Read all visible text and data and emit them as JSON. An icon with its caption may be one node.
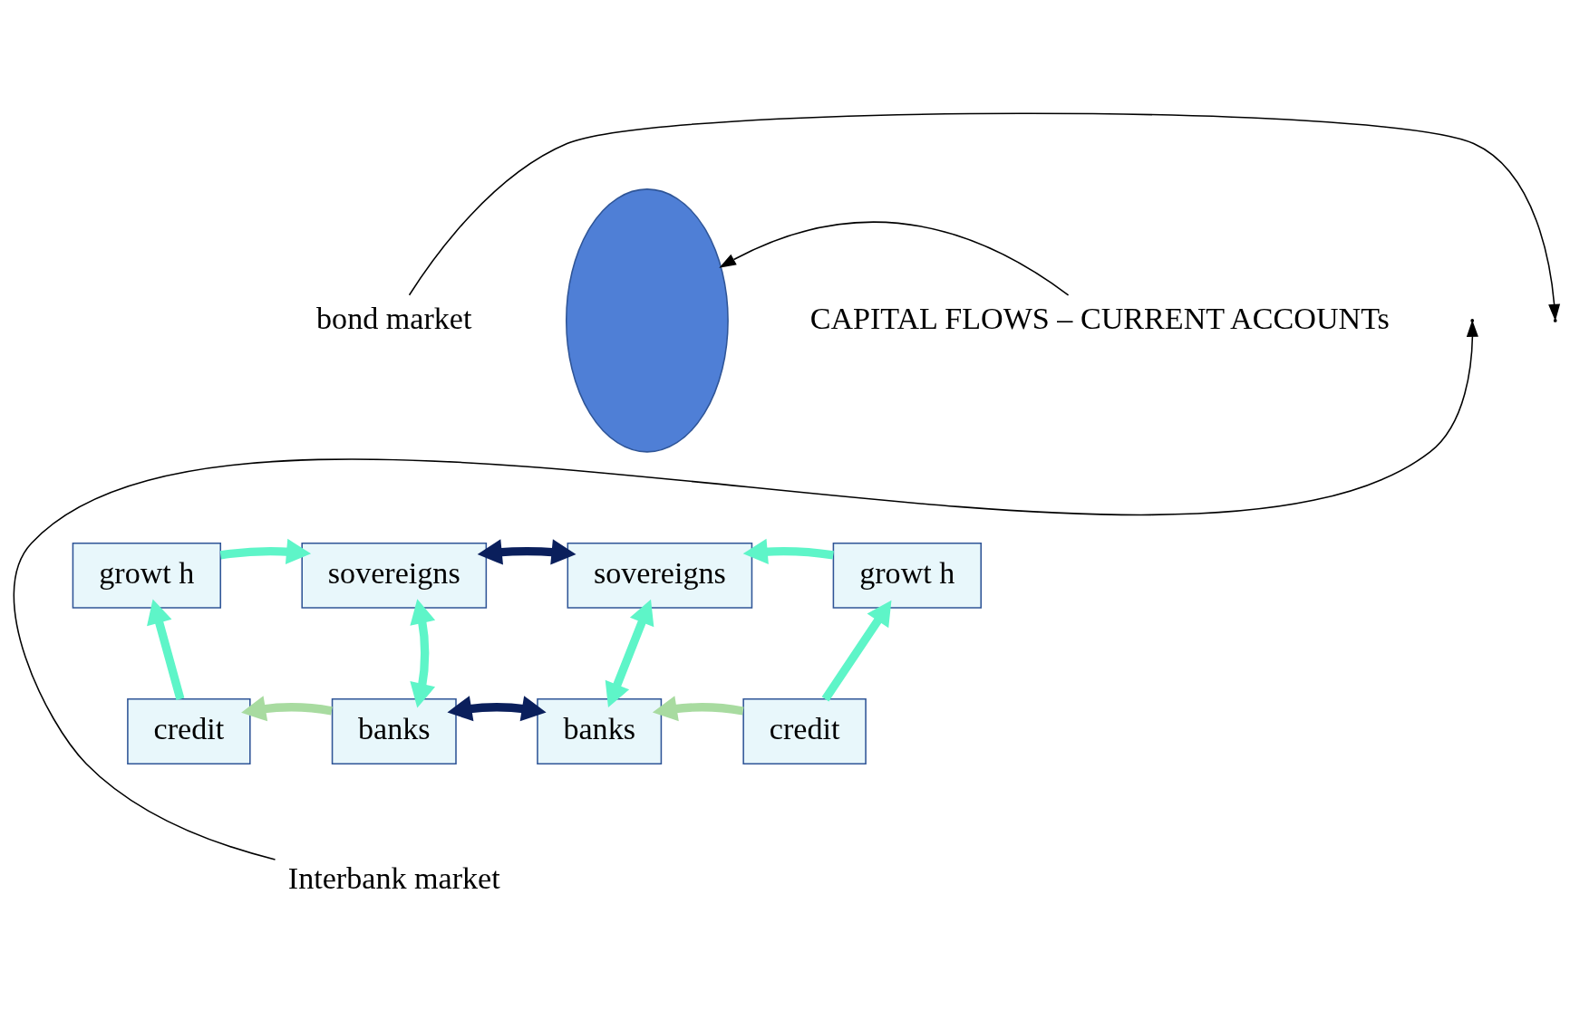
{
  "diagram": {
    "nodes": [
      {
        "text": [],
        "shape": "ellipse"
      },
      {
        "text": [
          "bond market"
        ]
      },
      {
        "text": [
          "CAPITAL FLOWS – CURRENT ACCOUNTs"
        ]
      },
      {
        "text": [
          "growt h"
        ]
      },
      {
        "text": [
          "sovereigns"
        ]
      },
      {
        "text": [
          "sovereigns"
        ]
      },
      {
        "text": [
          "growt h"
        ]
      },
      {
        "text": [
          "credit"
        ]
      },
      {
        "text": [
          "banks"
        ]
      },
      {
        "text": [
          "banks"
        ]
      },
      {
        "text": [
          "credit"
        ]
      },
      {
        "text": [
          "Interbank market"
        ]
      }
    ],
    "edges": [
      {
        "from": 3,
        "to": 4,
        "arrow": "to"
      },
      {
        "from": 4,
        "to": 5,
        "arrow": "both",
        "color": "#0a1f5c"
      },
      {
        "from": 6,
        "to": 5,
        "arrow": "to"
      },
      {
        "from": 4,
        "to": 8,
        "arrow": "both"
      },
      {
        "from": 5,
        "to": 9,
        "arrow": "both"
      },
      {
        "from": 7,
        "to": 3,
        "arrow": "to"
      },
      {
        "from": 10,
        "to": 6,
        "arrow": "to"
      },
      {
        "from": 8,
        "to": 7,
        "arrow": "to",
        "color": "#a8dba0"
      },
      {
        "from": 8,
        "to": 9,
        "arrow": "both",
        "color": "#0a1f5c"
      },
      {
        "from": 10,
        "to": 9,
        "arrow": "to",
        "color": "#a8dba0"
      },
      {
        "from": 1,
        "to": null,
        "arrow": "to",
        "color": "#000000"
      },
      {
        "from": 11,
        "to": null,
        "arrow": "to",
        "color": "#000000"
      },
      {
        "from": 2,
        "to": 0,
        "arrow": "to",
        "color": "#000000"
      }
    ]
  }
}
